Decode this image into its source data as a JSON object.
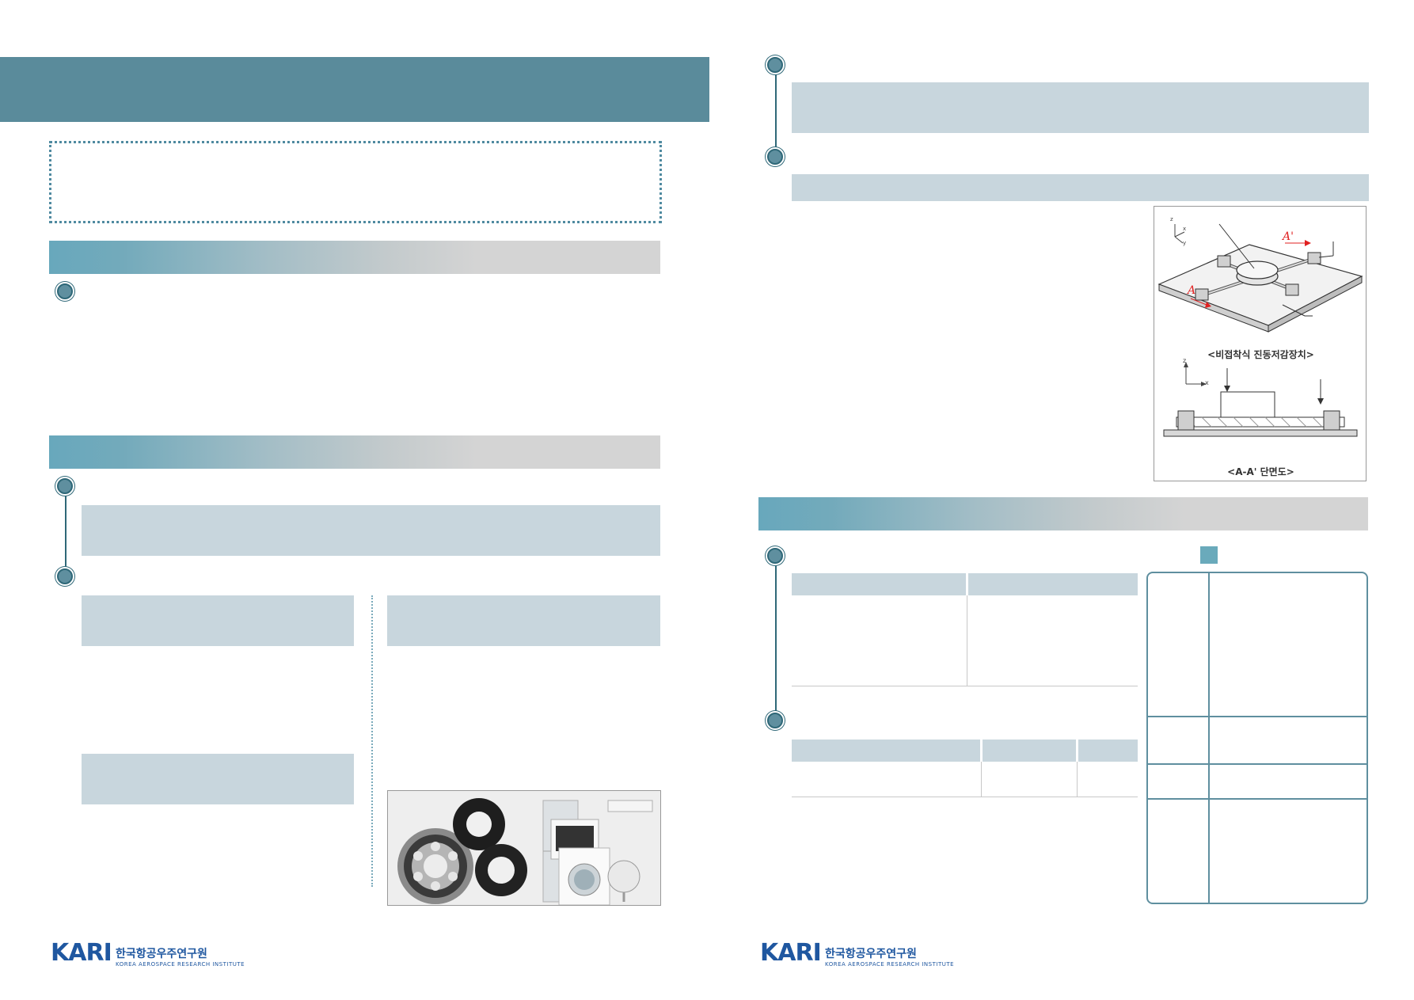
{
  "figure": {
    "caption_top": "<비접착식 진동저감장치>",
    "caption_bottom": "<A-A' 단면도>",
    "section_label_top": "A'",
    "section_label_left": "A",
    "axis_z": "z",
    "axis_x": "x",
    "axis_y": "y"
  },
  "logo": {
    "mark": "KARI",
    "korean": "한국항공우주연구원",
    "english": "KOREA AEROSPACE RESEARCH INSTITUTE"
  },
  "colors": {
    "header_band": "#5a8b9b",
    "accent": "#68a8bc",
    "box_fill": "#c8d6dd",
    "bullet": "#5f8f9f",
    "logo_blue": "#1f57a0",
    "annotation_red": "#e02020"
  }
}
